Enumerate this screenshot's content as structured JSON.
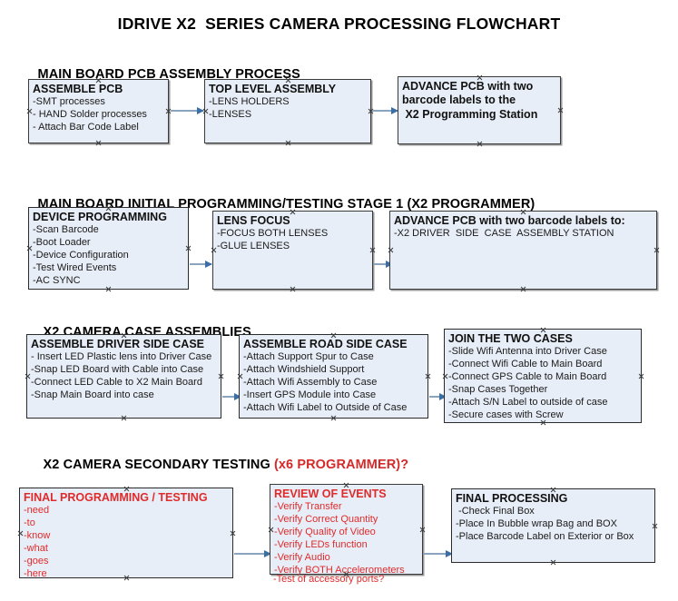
{
  "document": {
    "title": "IDRIVE X2  SERIES CAMERA PROCESSING FLOWCHART"
  },
  "colors": {
    "box_fill": "#e8eef7",
    "box_border": "#3a3a3a",
    "connector": "#8aa4c0",
    "arrowhead": "#3a6ea5",
    "text": "#111111",
    "accent_red": "#e02b2b"
  },
  "sections": [
    {
      "id": "main-board-pcb-assembly",
      "heading": "MAIN BOARD PCB ASSEMBLY PROCESS",
      "heading_accent": "",
      "boxes": [
        {
          "id": "assemble-pcb",
          "title": "ASSEMBLE PCB",
          "lines": [
            "-SMT processes",
            "- HAND Solder processes",
            "- Attach Bar Code Label"
          ]
        },
        {
          "id": "top-level-assembly",
          "title": "TOP LEVEL ASSEMBLY",
          "lines": [
            "-LENS HOLDERS",
            "-LENSES"
          ]
        },
        {
          "id": "advance-pcb-programming-station",
          "title": "ADVANCE PCB with two",
          "lines": [
            "barcode labels to the",
            " X2 Programming Station"
          ]
        }
      ]
    },
    {
      "id": "main-board-initial-programming",
      "heading": "MAIN BOARD INITIAL PROGRAMMING/TESTING STAGE 1 (X2 PROGRAMMER)",
      "heading_accent": "",
      "boxes": [
        {
          "id": "device-programming",
          "title": "DEVICE PROGRAMMING",
          "lines": [
            "-Scan Barcode",
            "-Boot Loader",
            "-Device Configuration",
            "-Test Wired Events",
            "-AC SYNC"
          ]
        },
        {
          "id": "lens-focus",
          "title": "LENS FOCUS",
          "lines": [
            "-FOCUS BOTH LENSES",
            "-GLUE LENSES"
          ]
        },
        {
          "id": "advance-pcb-driver-side-case",
          "title": "ADVANCE PCB with two barcode labels to:",
          "lines": [
            "-X2 DRIVER  SIDE  CASE  ASSEMBLY STATION"
          ]
        }
      ]
    },
    {
      "id": "x2-camera-case-assemblies",
      "heading": "X2 CAMERA CASE ASSEMBLIES",
      "heading_accent": "",
      "boxes": [
        {
          "id": "assemble-driver-side-case",
          "title": "ASSEMBLE DRIVER SIDE CASE",
          "lines": [
            "- Insert LED Plastic lens into Driver Case",
            "-Snap LED Board with Cable into Case",
            "-Connect LED Cable to X2 Main Board",
            "-Snap Main Board into case"
          ]
        },
        {
          "id": "assemble-road-side-case",
          "title": "ASSEMBLE ROAD SIDE CASE",
          "lines": [
            "-Attach Support Spur to Case",
            "-Attach Windshield Support",
            "-Attach Wifi Assembly to Case",
            "-Insert GPS Module into Case",
            "-Attach Wifi Label to Outside of Case"
          ]
        },
        {
          "id": "join-the-two-cases",
          "title": "JOIN THE TWO CASES",
          "lines": [
            "-Slide Wifi Antenna into Driver Case",
            "-Connect Wifi Cable to Main Board",
            "-Connect GPS Cable to Main Board",
            "-Snap Cases Together",
            "-Attach S/N Label to outside of case",
            "-Secure cases with Screw"
          ]
        }
      ]
    },
    {
      "id": "x2-camera-secondary-testing",
      "heading": "X2 CAMERA SECONDARY TESTING ",
      "heading_accent": "(x6 PROGRAMMER)?",
      "boxes": [
        {
          "id": "final-programming-testing",
          "title": "FINAL PROGRAMMING / TESTING",
          "lines": [
            "-need",
            "-to",
            "-know",
            "-what",
            "-goes",
            "-here"
          ]
        },
        {
          "id": "review-of-events",
          "title": "REVIEW OF EVENTS",
          "lines": [
            "-Verify Transfer",
            "-Verify Correct Quantity",
            "-Verify Quality of Video",
            "-Verify LEDs function",
            "-Verify Audio",
            "-Verify BOTH Accelerometers"
          ],
          "overflow_line": "-Test of accessory ports?"
        },
        {
          "id": "final-processing",
          "title": "FINAL PROCESSING",
          "lines": [
            " -Check Final Box",
            "-Place In Bubble wrap Bag and BOX",
            "-Place Barcode Label on Exterior or Box"
          ]
        }
      ]
    }
  ]
}
